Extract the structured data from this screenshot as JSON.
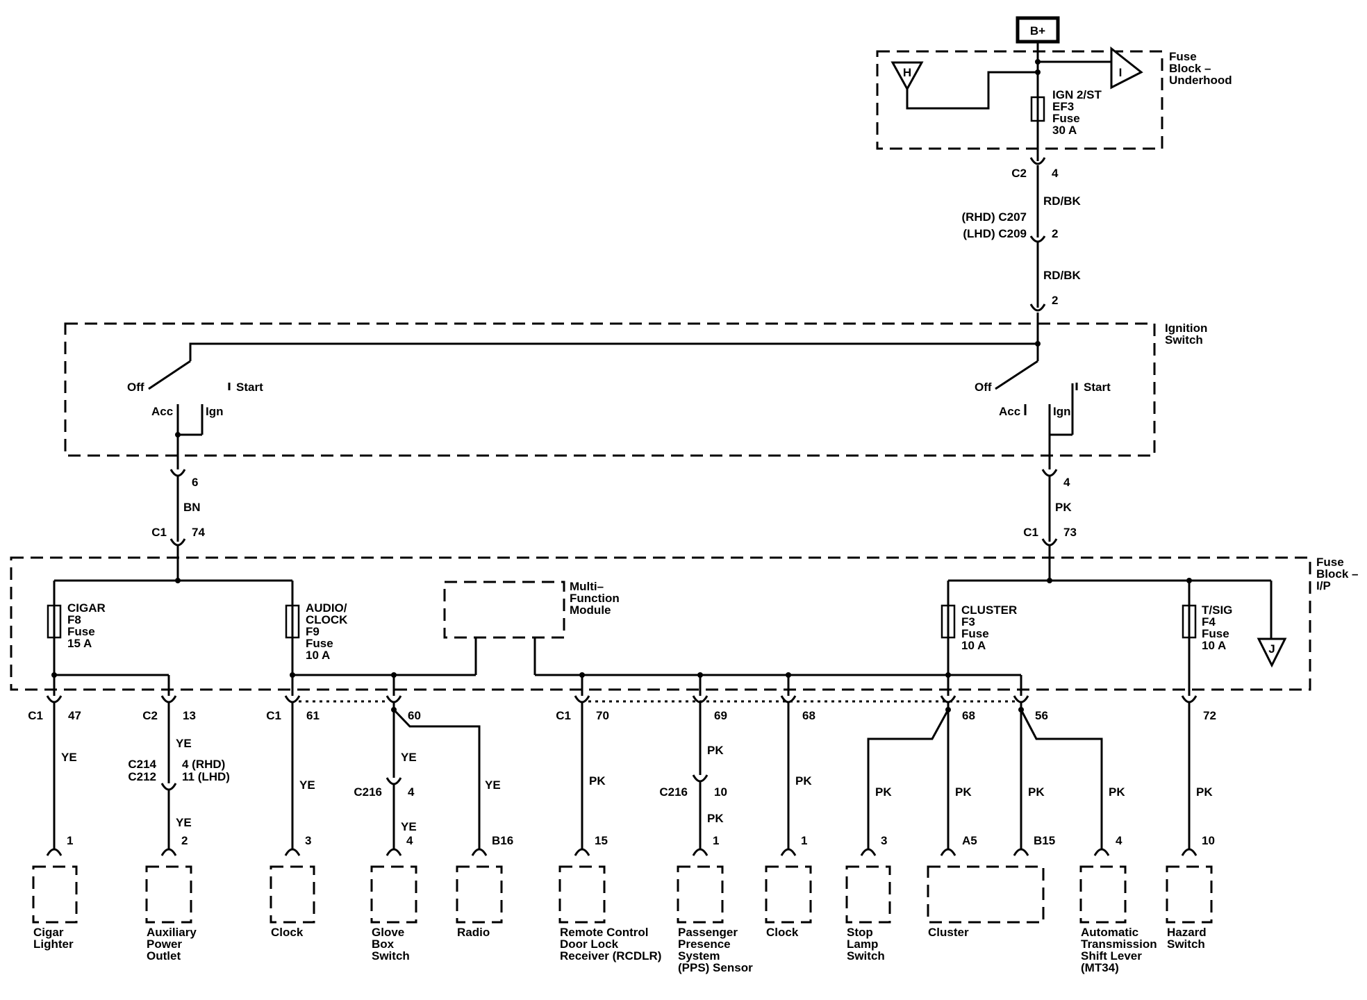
{
  "power": {
    "source": "B+"
  },
  "fuse_block_underhood": {
    "title": "Fuse Block – Underhood",
    "title_lines": [
      "Fuse",
      "Block –",
      "Underhood"
    ],
    "fuse_lines": [
      "IGN 2/ST",
      "EF3",
      "Fuse",
      "30 A"
    ],
    "flag_h": "H",
    "flag_i": "I"
  },
  "main_feed": {
    "c2_connector": "C2",
    "c2_pin": "4",
    "wire1": "RD/BK",
    "rhd_connector": "(RHD) C207",
    "lhd_connector": "(LHD) C209",
    "mid_pin": "2",
    "wire2": "RD/BK",
    "switch_pin": "2"
  },
  "ignition_switch": {
    "title_lines": [
      "Ignition",
      "Switch"
    ],
    "left": {
      "off": "Off",
      "start": "Start",
      "acc": "Acc",
      "ign": "Ign"
    },
    "right": {
      "off": "Off",
      "start": "Start",
      "acc": "Acc",
      "ign": "Ign"
    }
  },
  "left_feed": {
    "pin_switch": "6",
    "wire": "BN",
    "connector": "C1",
    "pin_fuse": "74"
  },
  "right_feed": {
    "pin_switch": "4",
    "wire": "PK",
    "connector": "C1",
    "pin_fuse": "73"
  },
  "fuse_block_ip": {
    "title_lines": [
      "Fuse",
      "Block –",
      "I/P"
    ],
    "flag_j": "J",
    "fuses": [
      {
        "lines": [
          "CIGAR",
          "F8",
          "Fuse",
          "15 A"
        ]
      },
      {
        "lines": [
          "AUDIO/",
          "CLOCK",
          "F9",
          "Fuse",
          "10 A"
        ]
      },
      {
        "lines": [
          "CLUSTER",
          "F3",
          "Fuse",
          "10 A"
        ]
      },
      {
        "lines": [
          "T/SIG",
          "F4",
          "Fuse",
          "10 A"
        ]
      }
    ],
    "module_lines": [
      "Multi–",
      "Function",
      "Module"
    ]
  },
  "connectors": [
    {
      "conn": "C1",
      "pin": "47"
    },
    {
      "conn": "C2",
      "pin": "13"
    },
    {
      "conn": "C1",
      "pin": "61"
    },
    {
      "conn": "",
      "pin": "60"
    },
    {
      "conn": "C1",
      "pin": "70"
    },
    {
      "conn": "",
      "pin": "69"
    },
    {
      "conn": "",
      "pin": "68"
    },
    {
      "conn": "",
      "pin": "68"
    },
    {
      "conn": "",
      "pin": "56"
    },
    {
      "conn": "",
      "pin": "72"
    }
  ],
  "wires": {
    "cigar": "YE",
    "aux_upper": "YE",
    "aux_lower": "YE",
    "clock1": "YE",
    "glove_upper": "YE",
    "glove_lower": "YE",
    "radio": "YE",
    "rcdlr": "PK",
    "pps_upper": "PK",
    "pps_lower": "PK",
    "clock2": "PK",
    "stop_lamp": "PK",
    "cluster_a5": "PK",
    "cluster_b15": "PK",
    "shift_lever": "PK",
    "hazard": "PK"
  },
  "inline": {
    "aux_conn_1": "C214",
    "aux_conn_2": "C212",
    "aux_pin_rhd": "4 (RHD)",
    "aux_pin_lhd": "11 (LHD)",
    "glove_conn": "C216",
    "glove_pin": "4",
    "pps_conn": "C216",
    "pps_pin": "10"
  },
  "components": [
    {
      "pin": "1",
      "name_lines": [
        "Cigar",
        "Lighter"
      ]
    },
    {
      "pin": "2",
      "name_lines": [
        "Auxiliary",
        "Power",
        "Outlet"
      ]
    },
    {
      "pin": "3",
      "name_lines": [
        "Clock"
      ]
    },
    {
      "pin": "4",
      "name_lines": [
        "Glove",
        "Box",
        "Switch"
      ]
    },
    {
      "pin": "B16",
      "name_lines": [
        "Radio"
      ]
    },
    {
      "pin": "15",
      "name_lines": [
        "Remote Control",
        "Door Lock",
        "Receiver (RCDLR)"
      ]
    },
    {
      "pin": "1",
      "name_lines": [
        "Passenger",
        "Presence",
        "System",
        "(PPS) Sensor"
      ]
    },
    {
      "pin": "1",
      "name_lines": [
        "Clock"
      ]
    },
    {
      "pin": "3",
      "name_lines": [
        "Stop",
        "Lamp",
        "Switch"
      ]
    },
    {
      "pin_a": "A5",
      "pin_b": "B15",
      "name_lines": [
        "Cluster"
      ]
    },
    {
      "pin": "4",
      "name_lines": [
        "Automatic",
        "Transmission",
        "Shift Lever",
        "(MT34)"
      ]
    },
    {
      "pin": "10",
      "name_lines": [
        "Hazard",
        "Switch"
      ]
    }
  ]
}
